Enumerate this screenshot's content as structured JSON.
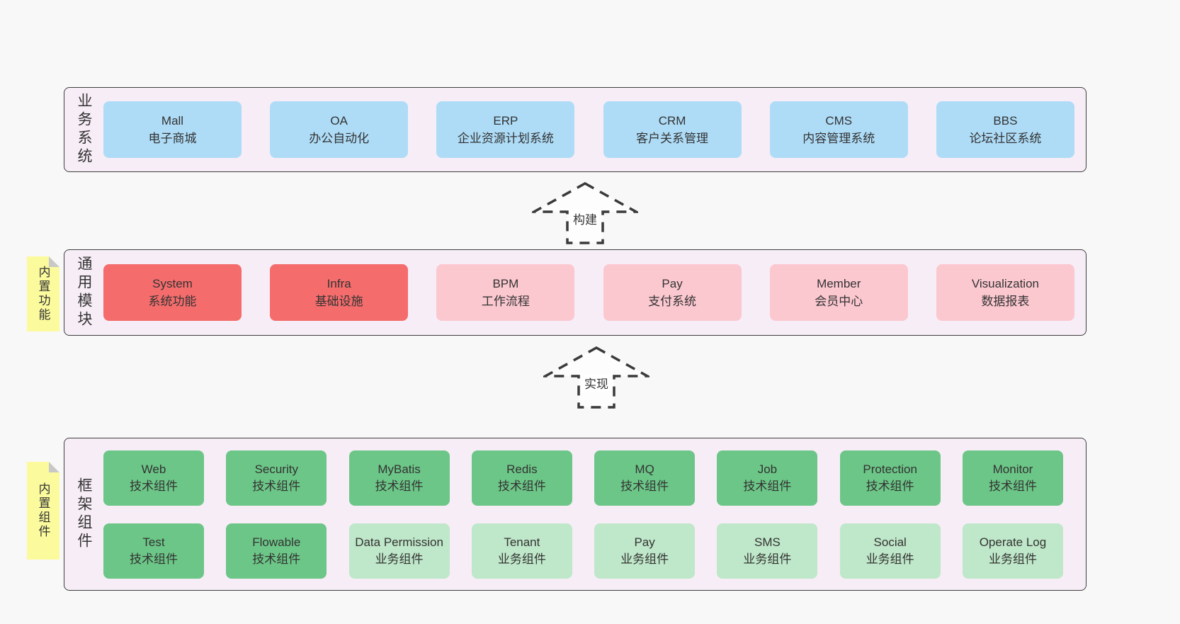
{
  "colors": {
    "page_bg": "#f8f8f8",
    "panel_bg": "#f7edf6",
    "panel_border": "#3f3f3f",
    "blue": "#aedcf7",
    "red": "#f56c6c",
    "pink": "#fcc8d0",
    "green_dark": "#6cc687",
    "green_light": "#bfe7c9",
    "sticky_yellow": "#fbfb9e",
    "text": "#333333"
  },
  "arrows": [
    {
      "label": "构建"
    },
    {
      "label": "实现"
    }
  ],
  "sections": [
    {
      "id": "business",
      "label_vertical": "业务系统",
      "boxes": [
        {
          "title": "Mall",
          "subtitle": "电子商城",
          "variant": "blue"
        },
        {
          "title": "OA",
          "subtitle": "办公自动化",
          "variant": "blue"
        },
        {
          "title": "ERP",
          "subtitle": "企业资源计划系统",
          "variant": "blue"
        },
        {
          "title": "CRM",
          "subtitle": "客户关系管理",
          "variant": "blue"
        },
        {
          "title": "CMS",
          "subtitle": "内容管理系统",
          "variant": "blue"
        },
        {
          "title": "BBS",
          "subtitle": "论坛社区系统",
          "variant": "blue"
        }
      ]
    },
    {
      "id": "modules",
      "label_vertical": "通用模块",
      "sticky_note": "内置功能",
      "boxes": [
        {
          "title": "System",
          "subtitle": "系统功能",
          "variant": "red"
        },
        {
          "title": "Infra",
          "subtitle": "基础设施",
          "variant": "red"
        },
        {
          "title": "BPM",
          "subtitle": "工作流程",
          "variant": "pink"
        },
        {
          "title": "Pay",
          "subtitle": "支付系统",
          "variant": "pink"
        },
        {
          "title": "Member",
          "subtitle": "会员中心",
          "variant": "pink"
        },
        {
          "title": "Visualization",
          "subtitle": "数据报表",
          "variant": "pink"
        }
      ]
    },
    {
      "id": "components",
      "label_vertical": "框架组件",
      "sticky_note": "内置组件",
      "rows": [
        [
          {
            "title": "Web",
            "subtitle": "技术组件",
            "variant": "green-dark"
          },
          {
            "title": "Security",
            "subtitle": "技术组件",
            "variant": "green-dark"
          },
          {
            "title": "MyBatis",
            "subtitle": "技术组件",
            "variant": "green-dark"
          },
          {
            "title": "Redis",
            "subtitle": "技术组件",
            "variant": "green-dark"
          },
          {
            "title": "MQ",
            "subtitle": "技术组件",
            "variant": "green-dark"
          },
          {
            "title": "Job",
            "subtitle": "技术组件",
            "variant": "green-dark"
          },
          {
            "title": "Protection",
            "subtitle": "技术组件",
            "variant": "green-dark"
          },
          {
            "title": "Monitor",
            "subtitle": "技术组件",
            "variant": "green-dark"
          }
        ],
        [
          {
            "title": "Test",
            "subtitle": "技术组件",
            "variant": "green-dark"
          },
          {
            "title": "Flowable",
            "subtitle": "技术组件",
            "variant": "green-dark"
          },
          {
            "title": "Data Permission",
            "subtitle": "业务组件",
            "variant": "green-light"
          },
          {
            "title": "Tenant",
            "subtitle": "业务组件",
            "variant": "green-light"
          },
          {
            "title": "Pay",
            "subtitle": "业务组件",
            "variant": "green-light"
          },
          {
            "title": "SMS",
            "subtitle": "业务组件",
            "variant": "green-light"
          },
          {
            "title": "Social",
            "subtitle": "业务组件",
            "variant": "green-light"
          },
          {
            "title": "Operate Log",
            "subtitle": "业务组件",
            "variant": "green-light"
          }
        ]
      ]
    }
  ]
}
